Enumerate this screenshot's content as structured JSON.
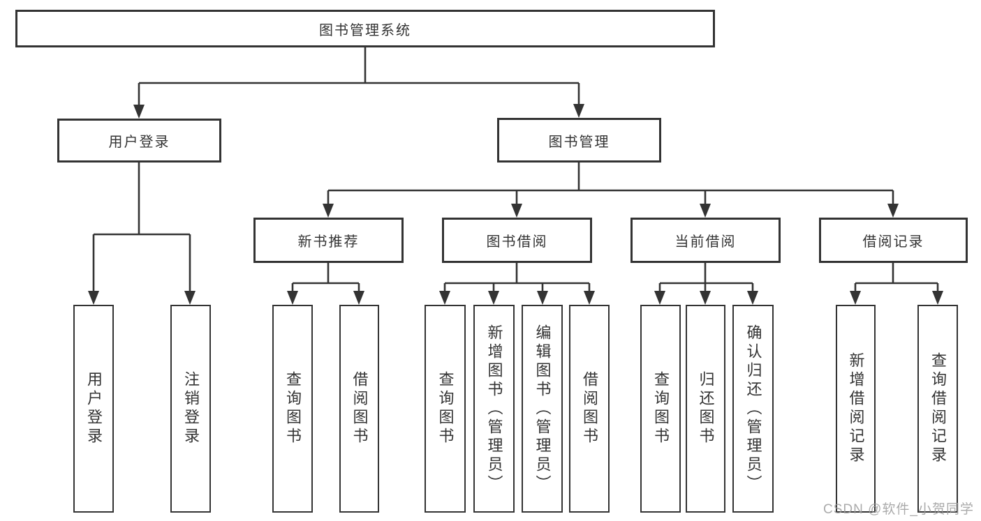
{
  "diagram": {
    "root": {
      "label": "图书管理系统"
    },
    "branches": [
      {
        "label": "用户登录",
        "children": [
          {
            "label": "用户登录"
          },
          {
            "label": "注销登录"
          }
        ]
      },
      {
        "label": "图书管理",
        "children": [
          {
            "label": "新书推荐",
            "children": [
              {
                "label": "查询图书"
              },
              {
                "label": "借阅图书"
              }
            ]
          },
          {
            "label": "图书借阅",
            "children": [
              {
                "label": "查询图书"
              },
              {
                "label": "新增图书（管理员）"
              },
              {
                "label": "编辑图书（管理员）"
              },
              {
                "label": "借阅图书"
              }
            ]
          },
          {
            "label": "当前借阅",
            "children": [
              {
                "label": "查询图书"
              },
              {
                "label": "归还图书"
              },
              {
                "label": "确认归还（管理员）"
              }
            ]
          },
          {
            "label": "借阅记录",
            "children": [
              {
                "label": "新增借阅记录"
              },
              {
                "label": "查询借阅记录"
              }
            ]
          }
        ]
      }
    ]
  },
  "watermark": {
    "text": "CSDN @软件_小贺同学"
  },
  "colors": {
    "line": "#333333",
    "text": "#333333",
    "background": "#ffffff",
    "watermark": "#9c9c9c"
  }
}
